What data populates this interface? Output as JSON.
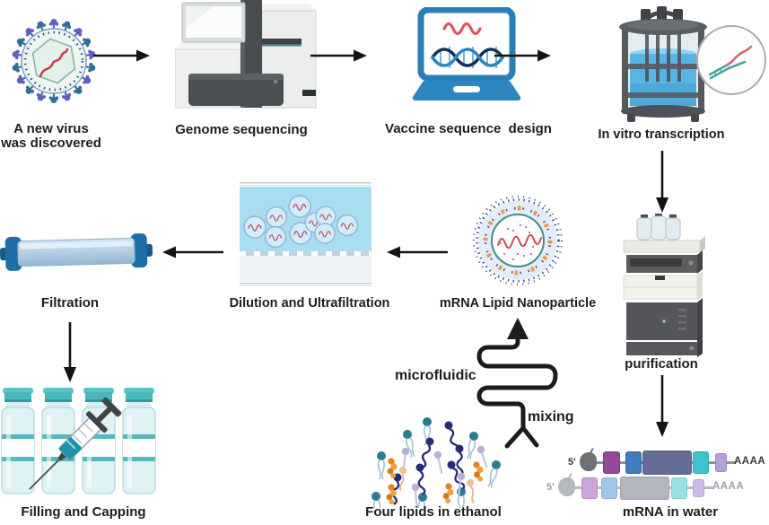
{
  "title": "mRNA vaccine production workflow",
  "labels": {
    "virus_line1": "A new virus",
    "virus_line2": "was discovered",
    "genome_sequencing": "Genome sequencing",
    "vaccine_design": "Vaccine sequence  design",
    "in_vitro_transcription": "In vitro transcription",
    "purification": "purification",
    "mrna_in_water": "mRNA in water",
    "four_lipids": "Four lipids in ethanol",
    "microfluidic": "microfluidic",
    "mixing": "mixing",
    "lnp": "mRNA Lipid Nanoparticle",
    "dilution": "Dilution and Ultrafiltration",
    "filtration": "Filtration",
    "filling_capping": "Filling and Capping"
  },
  "mrna_construct": {
    "five_prime_top": "5'",
    "five_prime_bottom": "5'",
    "polya_top": "AAAA",
    "polya_bottom": "AAAA"
  },
  "icons": [
    "virus-icon",
    "sequencer-icon",
    "laptop-dna-icon",
    "bioreactor-icon",
    "magnifier-rna-icon",
    "hplc-purification-icon",
    "mrna-construct-icon",
    "lipids-scatter-icon",
    "microfluidic-channel-icon",
    "lipid-nanoparticle-icon",
    "flow-cell-icon",
    "filter-cartridge-icon",
    "vials-syringe-icon",
    "arrow-icon"
  ],
  "colors": {
    "accent_blue": "#2e86c1",
    "virus_purple": "#5c5fc4",
    "virus_teal": "#2e6f96",
    "liquid_blue": "#58b4e4",
    "flow_cell_blue": "#a9def2",
    "rna_red": "#cf4a58",
    "lnp_inner_ring": "#3f8f84",
    "filter_cap_blue": "#1f6da5",
    "vial_teal": "#49b8bc",
    "mrna_boxes_top": [
      "#93499a",
      "#417cc0",
      "#666d94",
      "#3fc3ca",
      "#b39fe0"
    ],
    "mrna_boxes_bottom": [
      "#caa5d8",
      "#a3c6e6",
      "#b2b6c1",
      "#9adfe2",
      "#cbbce9"
    ],
    "cap_top": "#6e7176",
    "cap_bottom": "#b5b8bd",
    "arrow_black": "#141414"
  }
}
